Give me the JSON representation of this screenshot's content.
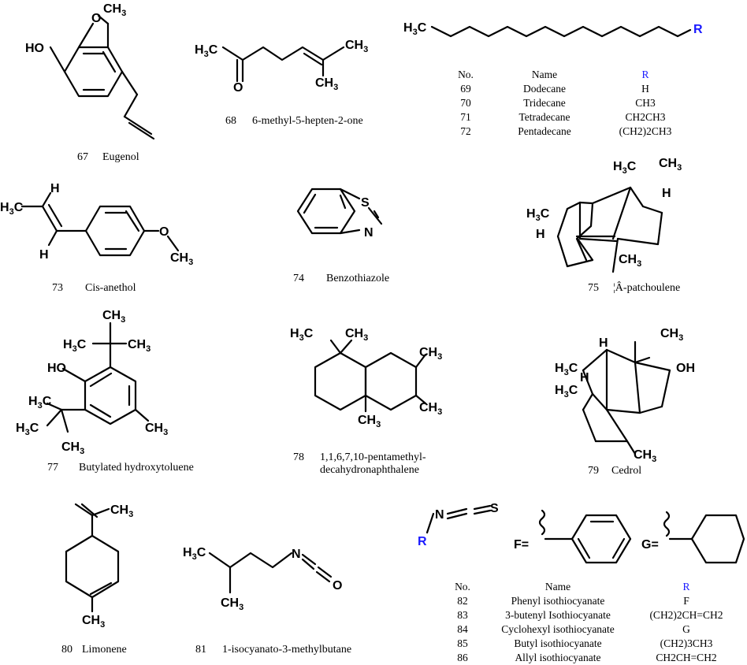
{
  "compounds": [
    {
      "no": "67",
      "name": "Eugenol"
    },
    {
      "no": "68",
      "name": "6-methyl-5-hepten-2-one"
    },
    {
      "no": "73",
      "name": "Cis-anethol"
    },
    {
      "no": "74",
      "name": "Benzothiazole"
    },
    {
      "no": "75",
      "name": "¦Â-patchoulene"
    },
    {
      "no": "77",
      "name": "Butylated hydroxytoluene"
    },
    {
      "no": "78",
      "name": "1,1,6,7,10-pentamethyl-",
      "name2": "decahydronaphthalene"
    },
    {
      "no": "79",
      "name": "Cedrol"
    },
    {
      "no": "80",
      "name": "Limonene"
    },
    {
      "no": "81",
      "name": "1-isocyanato-3-methylbutane"
    }
  ],
  "table_alkanes": {
    "headers": [
      "No.",
      "Name",
      "R"
    ],
    "rows": [
      [
        "69",
        "Dodecane",
        "H"
      ],
      [
        "70",
        "Tridecane",
        "CH3"
      ],
      [
        "71",
        "Tetradecane",
        "CH2CH3"
      ],
      [
        "72",
        "Pentadecane",
        "(CH2)2CH3"
      ]
    ]
  },
  "table_isothiocyanates": {
    "headers": [
      "No.",
      "Name",
      "R"
    ],
    "rows": [
      [
        "82",
        "Phenyl isothiocyanate",
        "F"
      ],
      [
        "83",
        "3-butenyl Isothiocyanate",
        "(CH2)2CH=CH2"
      ],
      [
        "84",
        "Cyclohexyl isothiocyanate",
        "G"
      ],
      [
        "85",
        "Butyl isothiocyanate",
        "(CH2)3CH3"
      ],
      [
        "86",
        "Allyl isothiocyanate",
        "CH2CH=CH2"
      ]
    ]
  },
  "atom_labels": {
    "ch3": "CH3",
    "h3c": "H3C",
    "ho": "HO",
    "oh": "OH",
    "o": "O",
    "h": "H",
    "s": "S",
    "n": "N",
    "r": "R",
    "f_eq": "F=",
    "g_eq": "G="
  },
  "colors": {
    "r_group": "#1a1aff",
    "bond": "#000000"
  }
}
